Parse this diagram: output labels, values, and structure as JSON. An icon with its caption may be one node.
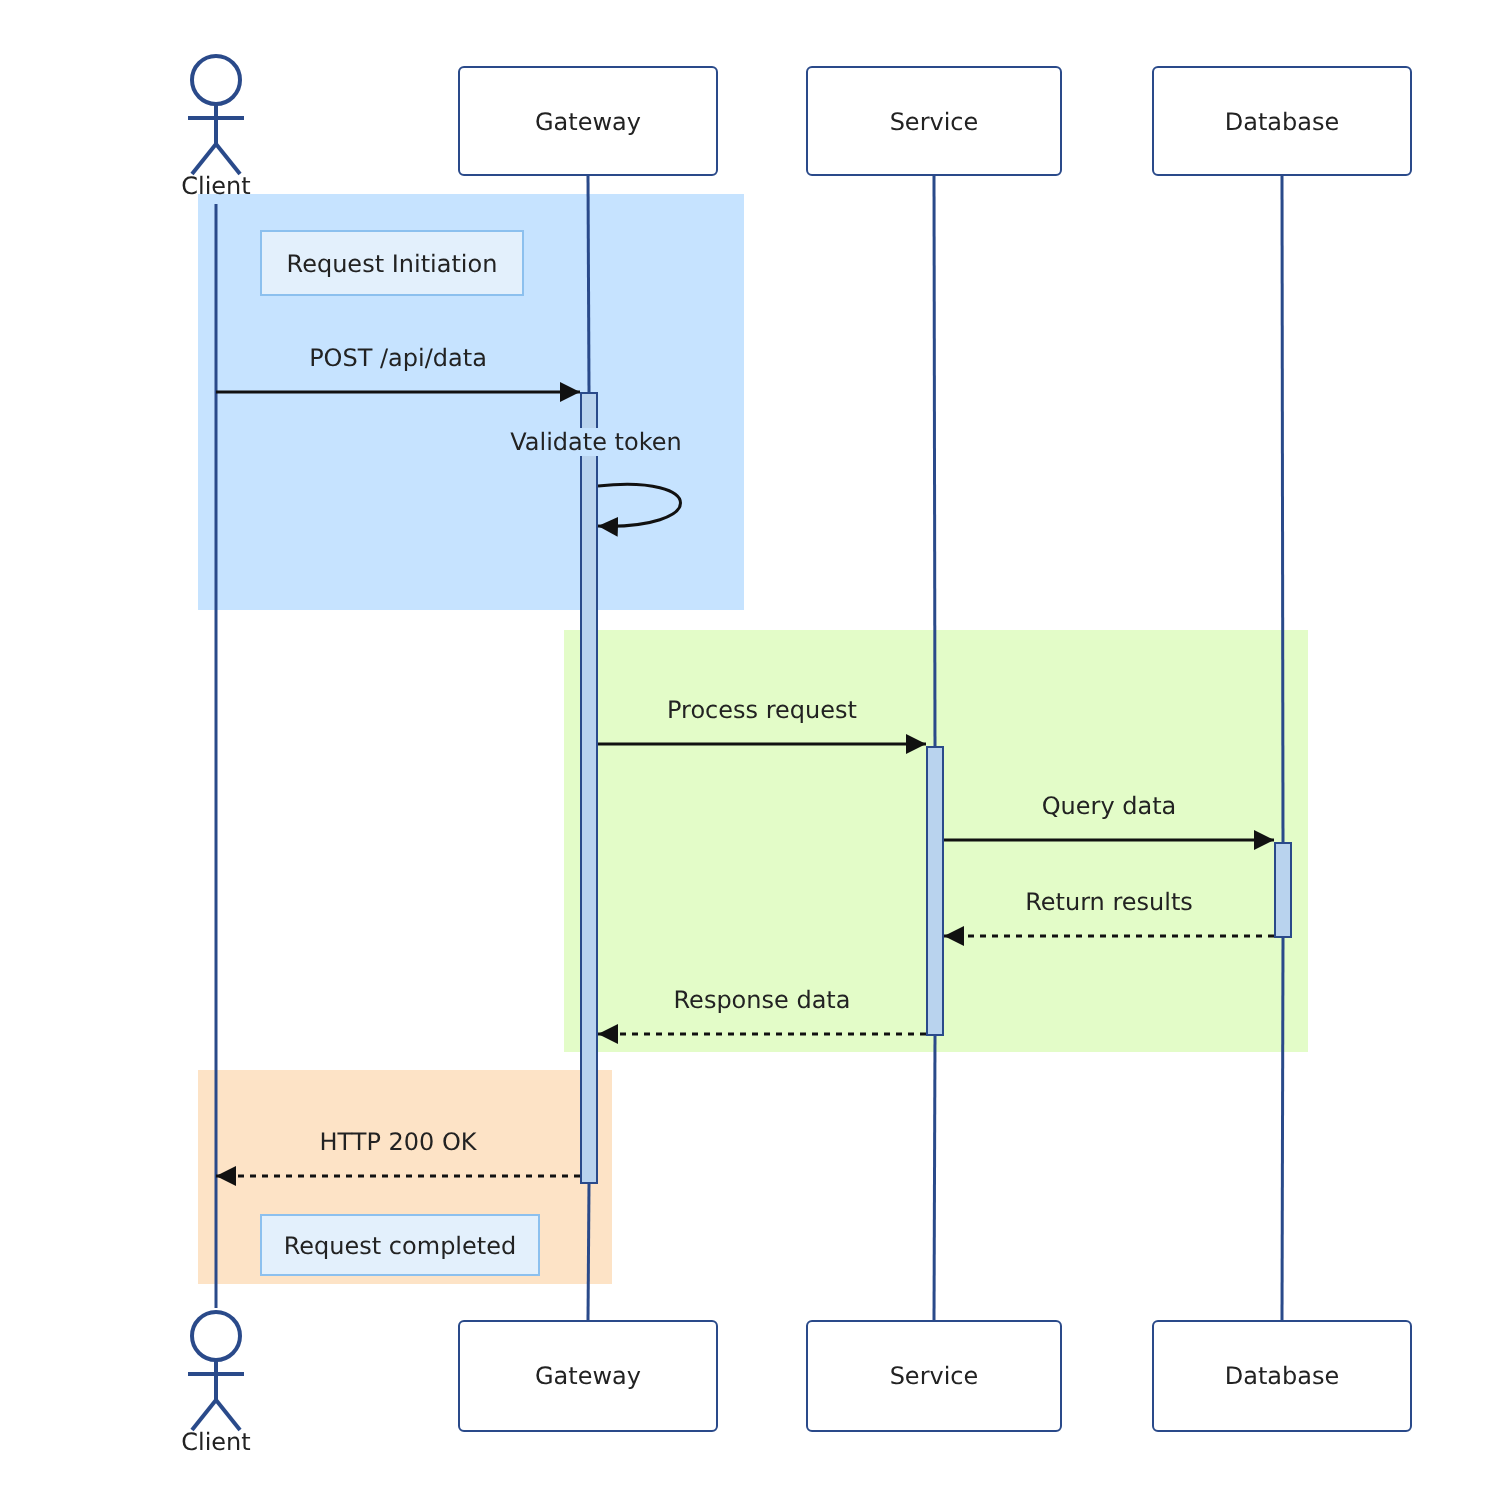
{
  "diagram": {
    "nodes": [
      {
        "text": [
          "Client"
        ]
      },
      {
        "text": [
          "Gateway"
        ]
      },
      {
        "text": [
          "Service"
        ]
      },
      {
        "text": [
          "Database"
        ]
      },
      {
        "text": [
          "Request Initiation"
        ]
      },
      {
        "text": [],
        "shape": "bar"
      },
      {
        "text": [],
        "shape": "bar"
      },
      {
        "text": [],
        "shape": "bar"
      },
      {
        "text": [
          "Request completed"
        ]
      },
      {
        "text": [
          "Client"
        ]
      },
      {
        "text": [
          "Gateway"
        ]
      },
      {
        "text": [
          "Service"
        ]
      },
      {
        "text": [
          "Database"
        ]
      }
    ],
    "edges": [
      {
        "from": 0,
        "to": 9,
        "arrow": "none",
        "color": "#2a4a8a"
      },
      {
        "from": 1,
        "to": 5,
        "arrow": "none",
        "color": "#2a4a8a"
      },
      {
        "from": 5,
        "to": 10,
        "arrow": "none",
        "color": "#2a4a8a"
      },
      {
        "from": 2,
        "to": 6,
        "arrow": "none",
        "color": "#2a4a8a"
      },
      {
        "from": 6,
        "to": 11,
        "arrow": "none",
        "color": "#2a4a8a"
      },
      {
        "from": 3,
        "to": 7,
        "arrow": "none",
        "color": "#2a4a8a"
      },
      {
        "from": 7,
        "to": 12,
        "arrow": "none",
        "color": "#2a4a8a"
      },
      {
        "from": null,
        "to": 5,
        "arrow": "to",
        "label": "POST /api/data",
        "color": "#111111"
      },
      {
        "from": 5,
        "to": 5,
        "arrow": "to",
        "label": "Validate token",
        "color": "#111111"
      },
      {
        "from": 5,
        "to": 6,
        "arrow": "to",
        "label": "Process request",
        "color": "#111111"
      },
      {
        "from": 6,
        "to": 7,
        "arrow": "to",
        "label": "Query data",
        "color": "#111111"
      },
      {
        "from": 7,
        "to": 6,
        "arrow": "to",
        "label": "Return results",
        "style": "dashed",
        "color": "#111111"
      },
      {
        "from": 6,
        "to": 5,
        "arrow": "to",
        "label": "Response data",
        "style": "dashed",
        "color": "#111111"
      },
      {
        "from": 5,
        "to": null,
        "arrow": "to",
        "label": "HTTP 200 OK",
        "style": "dashed",
        "color": "#111111"
      }
    ]
  }
}
